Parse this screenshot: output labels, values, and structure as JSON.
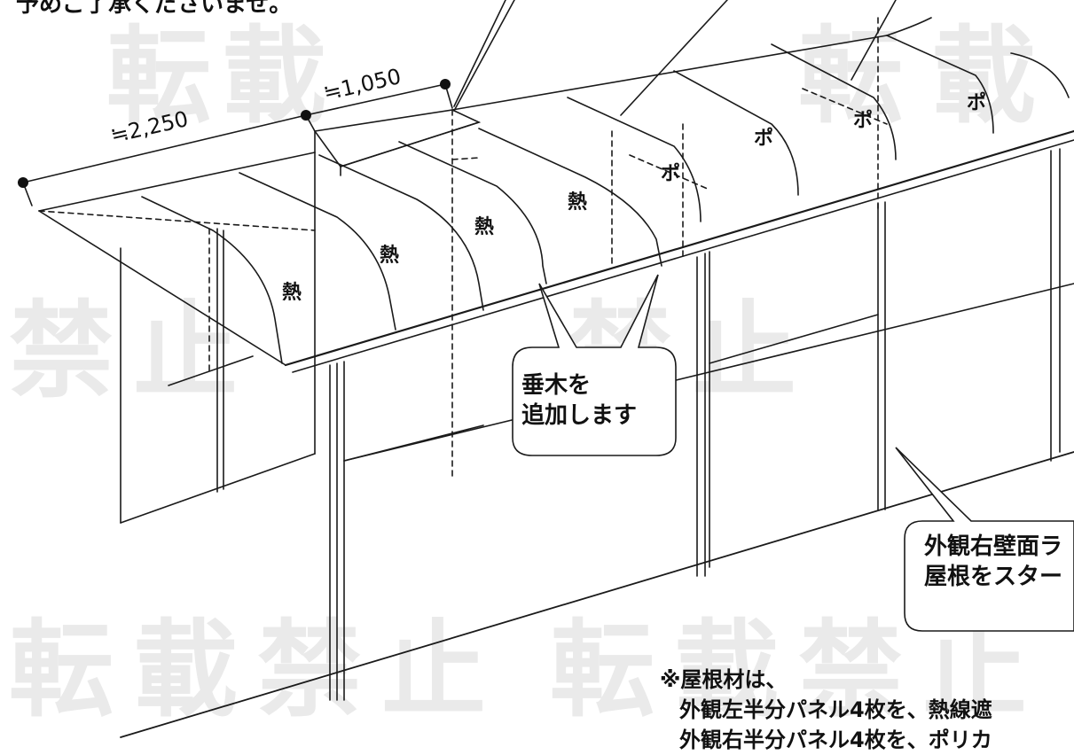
{
  "top_text": "予めご了承くださいませ。",
  "dimensions": {
    "left": "≒2,250",
    "right": "≒1,050"
  },
  "panel_marks": [
    "熱",
    "熱",
    "熱",
    "熱",
    "ポ",
    "ポ",
    "ポ",
    "ポ"
  ],
  "callout_rafter": [
    "垂木を",
    "追加します"
  ],
  "callout_right": [
    "外観右壁面ラ",
    "屋根をスター"
  ],
  "note": [
    "※屋根材は、",
    "外観左半分パネル4枚を、熱線遮",
    "外観右半分パネル4枚を、ポリカ"
  ],
  "watermark": [
    "転",
    "載",
    "禁",
    "止"
  ]
}
